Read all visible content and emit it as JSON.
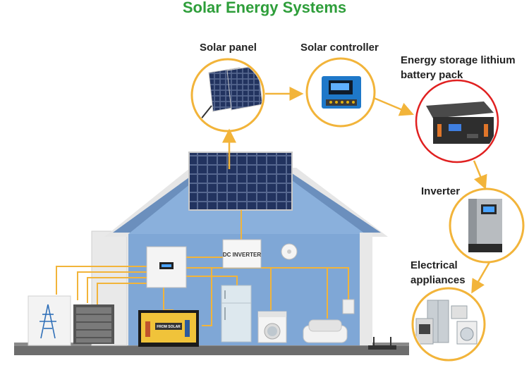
{
  "title": "Solar Energy Systems",
  "labels": {
    "solar_panel": "Solar panel",
    "solar_controller": "Solar controller",
    "battery_line1": "Energy storage lithium",
    "battery_line2": "battery pack",
    "inverter": "Inverter",
    "appliances_line1": "Electrical",
    "appliances_line2": "appliances"
  },
  "device_labels": {
    "dc_inverter": "DC INVERTER",
    "tv_line1": "FROM SOLAR"
  },
  "colors": {
    "title": "#2e9e3a",
    "arrow": "#f2b43a",
    "house_wall": "#7fa7d6",
    "roof": "#6b8fbd",
    "circle_border": "#f2b43a",
    "battery_circle_border": "#e02020"
  }
}
